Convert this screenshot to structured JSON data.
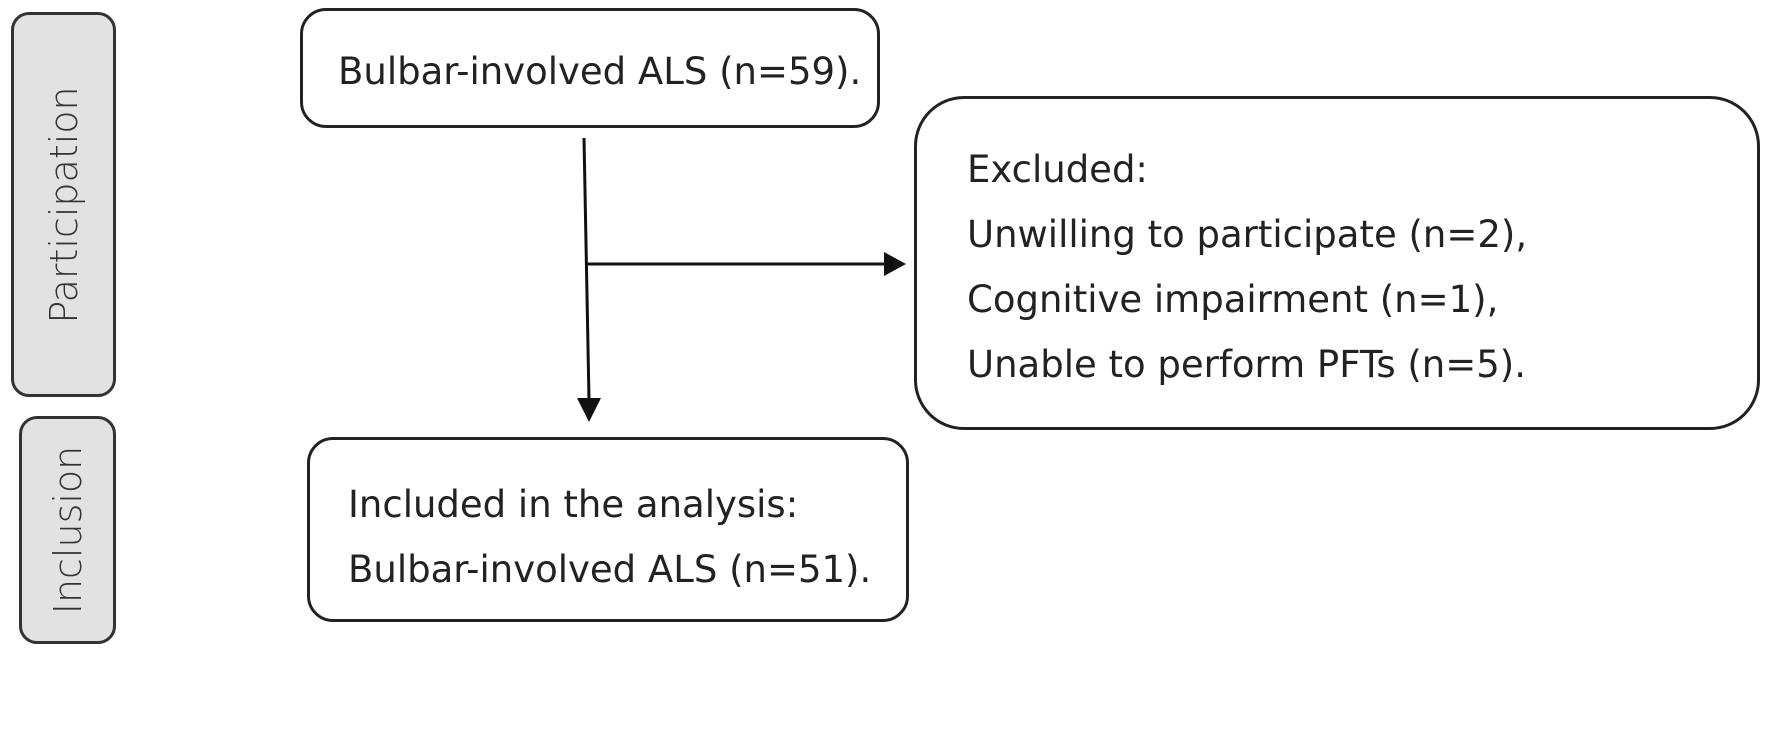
{
  "stages": {
    "participation": "Participation",
    "inclusion": "Inclusion"
  },
  "boxes": {
    "screened": {
      "text": "Bulbar-involved ALS (n=59)."
    },
    "excluded": {
      "heading": "Excluded:",
      "reasons": [
        "Unwilling to participate (n=2),",
        "Cognitive impairment (n=1),",
        "Unable to perform PFTs (n=5)."
      ]
    },
    "included": {
      "heading": "Included in the analysis:",
      "text": "Bulbar-involved ALS (n=51)."
    }
  },
  "colors": {
    "stage_fill": "#e2e2e2",
    "border": "#222222",
    "text": "#222222"
  }
}
